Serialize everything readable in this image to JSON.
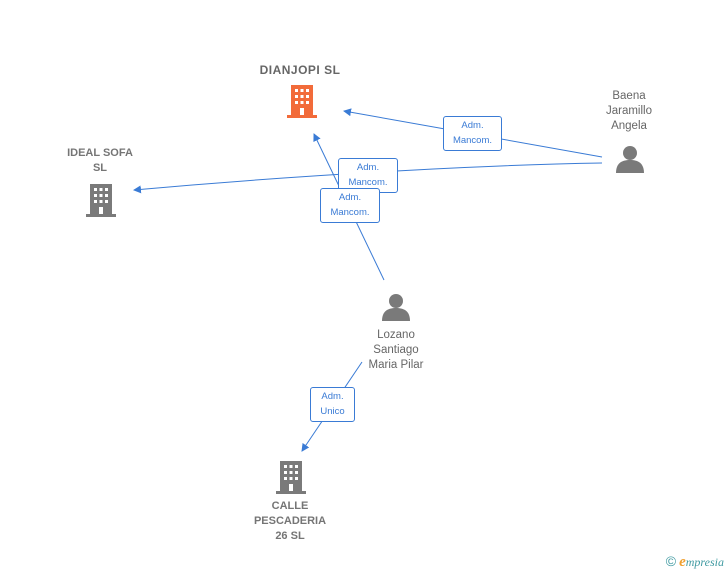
{
  "nodes": {
    "dianjopi": {
      "name": "DIANJOPI  SL",
      "type": "company",
      "highlight_color": "#f26b3a"
    },
    "ideal_sofa": {
      "name": "IDEAL SOFA\nSL",
      "type": "company"
    },
    "baena": {
      "name": "Baena\nJaramillo\nAngela",
      "type": "person"
    },
    "lozano": {
      "name": "Lozano\nSantiago\nMaria Pilar",
      "type": "person"
    },
    "calle": {
      "name": "CALLE\nPESCADERIA\n26 SL",
      "type": "company"
    }
  },
  "edges": [
    {
      "from": "baena",
      "to": "dianjopi",
      "label": "Adm.\nMancom."
    },
    {
      "from": "baena",
      "to": "ideal_sofa",
      "label": "Adm.\nMancom."
    },
    {
      "from": "lozano",
      "to": "dianjopi",
      "label": "Adm.\nMancom."
    },
    {
      "from": "lozano",
      "to": "calle",
      "label": "Adm.\nUnico"
    }
  ],
  "colors": {
    "edge": "#3a7bd5",
    "icon_gray": "#7a7a7a",
    "icon_highlight": "#f26b3a"
  },
  "brand": {
    "copyright": "©",
    "initial": "e",
    "name": "mpresia"
  }
}
